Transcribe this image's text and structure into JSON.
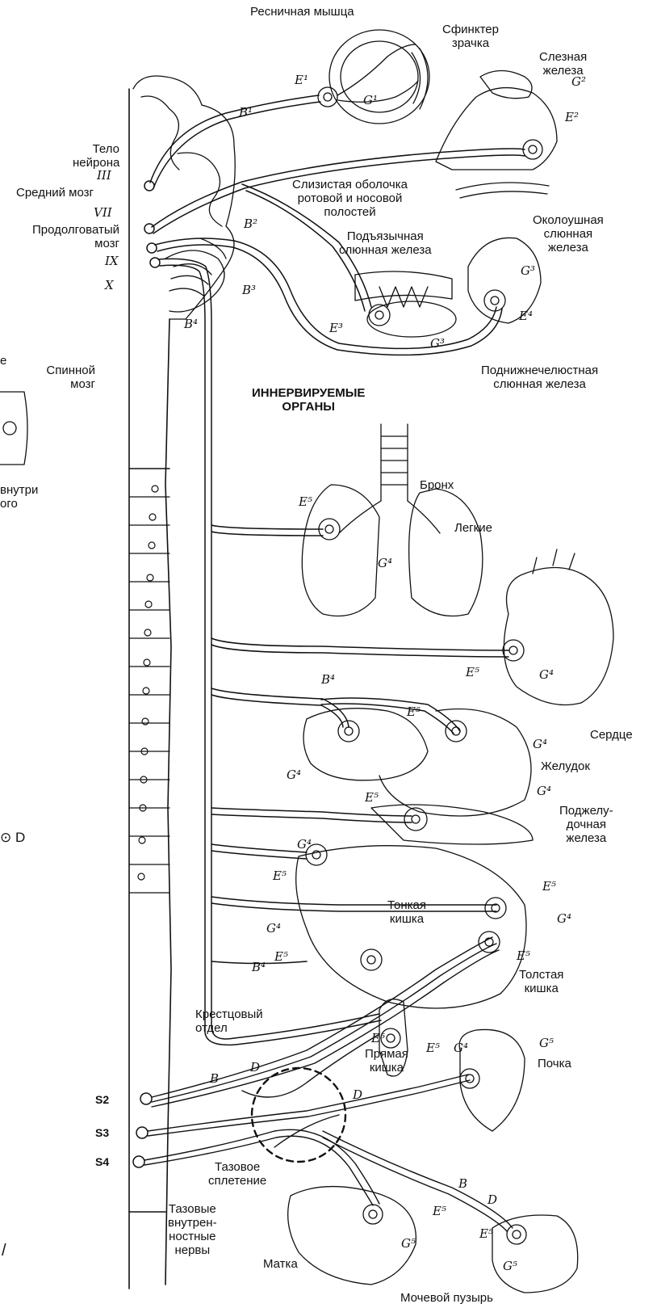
{
  "labels": {
    "ciliary_muscle": "Ресничная мышца",
    "pupil_sphincter": "Сфинктер\nзрачка",
    "lacrimal_gland": "Слезная\nжелеза",
    "neuron_body": "Тело\nнейрона",
    "midbrain": "Средний мозг",
    "mucosa": "Слизистая оболочка\nротовой и носовой\nполостей",
    "medulla": "Продолговатый\nмозг",
    "parotid": "Околоушная\nслюнная\nжелеза",
    "sublingual": "Подъязычная\nслюнная железа",
    "submandibular": "Поднижнечелюстная\nслюнная железа",
    "spinal_cord": "Спинной\nмозг",
    "organs_title": "ИННЕРВИРУЕМЫЕ\nОРГАНЫ",
    "bronchus": "Бронх",
    "lungs": "Легкие",
    "heart": "Сердце",
    "stomach": "Желудок",
    "pancreas": "Поджелу-\nдочная\nжелеза",
    "small_intestine": "Тонкая\nкишка",
    "large_intestine": "Толстая\nкишка",
    "sacral": "Крестцовый\nотдел",
    "rectum": "Прямая\nкишка",
    "kidney": "Почка",
    "pelvic_plexus": "Тазовое\nсплетение",
    "pelvic_nerves": "Тазовые\nвнутрен-\nностные\nнервы",
    "uterus": "Матка",
    "bladder": "Мочевой пузырь",
    "cut_left_1": "е",
    "cut_left_2": "внутри\nого",
    "cut_left_3": "⊙ D",
    "cut_left_4": "/"
  },
  "nerve_marks": {
    "cn3": "III",
    "cn7": "VII",
    "cn9": "IX",
    "cn10": "X",
    "s2": "S2",
    "s3": "S3",
    "s4": "S4",
    "b1": "B¹",
    "b2": "B²",
    "b3": "B³",
    "b4": "B⁴",
    "e1": "E¹",
    "e2": "E²",
    "e3": "E³",
    "e4": "E⁴",
    "e5": "E⁵",
    "g1": "G¹",
    "g2": "G²",
    "g3": "G³",
    "g4": "G⁴",
    "g5": "G⁵",
    "b": "B",
    "d": "D"
  }
}
